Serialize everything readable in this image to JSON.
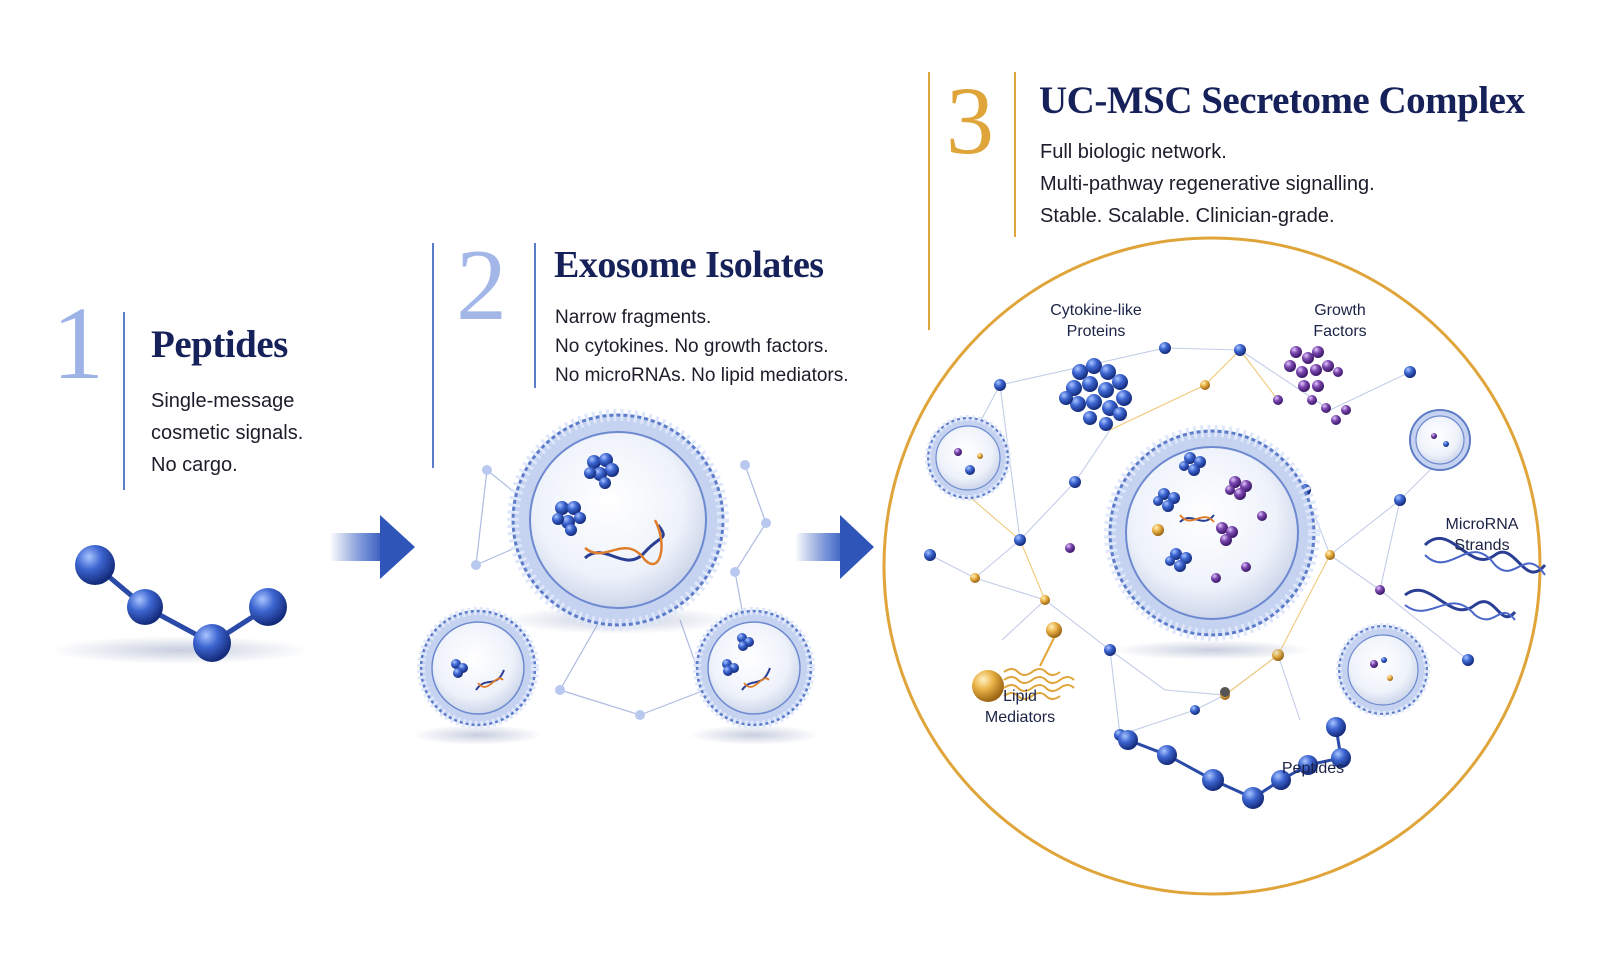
{
  "colors": {
    "navy": "#16215a",
    "blue": "#2f55b8",
    "gold": "#e0a53a",
    "purple": "#6a3a96"
  },
  "stages": [
    {
      "number": "1",
      "title": "Peptides",
      "lines": [
        "Single-message",
        "cosmetic signals.",
        "No cargo."
      ]
    },
    {
      "number": "2",
      "title": "Exosome Isolates",
      "lines": [
        "Narrow fragments.",
        "No cytokines. No growth factors.",
        "No microRNAs. No lipid mediators."
      ]
    },
    {
      "number": "3",
      "title": "UC-MSC Secretome Complex",
      "lines": [
        "Full biologic network.",
        "Multi-pathway regenerative signalling.",
        "Stable. Scalable. Clinician-grade."
      ]
    }
  ],
  "labels": {
    "cytokine": [
      "Cytokine-like",
      "Proteins"
    ],
    "growth": [
      "Growth",
      "Factors"
    ],
    "microrna": [
      "MicroRNA",
      "Strands"
    ],
    "lipid": [
      "Lipid",
      "Mediators"
    ],
    "peptides": [
      "Peptides"
    ]
  }
}
